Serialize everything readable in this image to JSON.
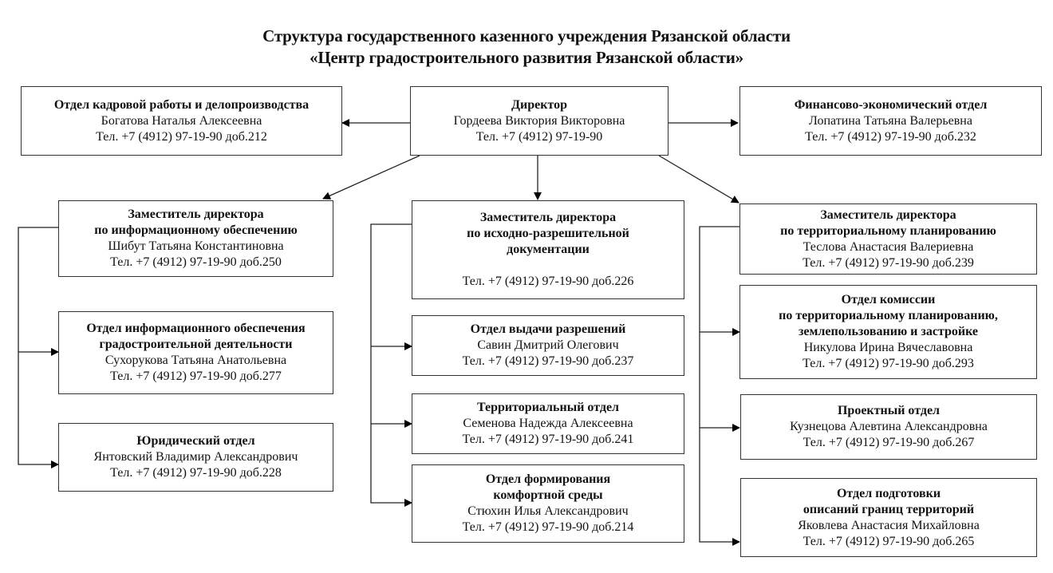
{
  "title": {
    "line1": "Структура государственного казенного учреждения Рязанской области",
    "line2": "«Центр градостроительного развития Рязанской области»"
  },
  "units": {
    "director": {
      "head": [
        "Директор"
      ],
      "person": "Гордеева Виктория Викторовна",
      "phone": "Тел. +7 (4912) 97-19-90"
    },
    "hr": {
      "head": [
        "Отдел кадровой работы и делопроизводства"
      ],
      "person": "Богатова Наталья Алексеевна",
      "phone": "Тел. +7 (4912) 97-19-90 доб.212"
    },
    "finance": {
      "head": [
        "Финансово-экономический отдел"
      ],
      "person": "Лопатина Татьяна Валерьевна",
      "phone": "Тел. +7 (4912) 97-19-90 доб.232"
    },
    "deputy_info": {
      "head": [
        "Заместитель директора",
        "по информационному обеспечению"
      ],
      "person": "Шибут Татьяна Константиновна",
      "phone": "Тел. +7 (4912) 97-19-90 доб.250"
    },
    "info_dept": {
      "head": [
        "Отдел информационного обеспечения",
        "градостроительной деятельности"
      ],
      "person": "Сухорукова Татьяна Анатольевна",
      "phone": "Тел. +7 (4912) 97-19-90 доб.277"
    },
    "legal": {
      "head": [
        "Юридический отдел"
      ],
      "person": "Янтовский Владимир Александрович",
      "phone": "Тел. +7 (4912) 97-19-90 доб.228"
    },
    "deputy_permits": {
      "head": [
        "Заместитель директора",
        "по исходно-разрешительной",
        "документации"
      ],
      "person": "",
      "phone": "Тел. +7 (4912) 97-19-90 доб.226"
    },
    "permits": {
      "head": [
        "Отдел выдачи разрешений"
      ],
      "person": "Савин Дмитрий Олегович",
      "phone": "Тел. +7 (4912) 97-19-90 доб.237"
    },
    "territorial": {
      "head": [
        "Территориальный отдел"
      ],
      "person": "Семенова Надежда Алексеевна",
      "phone": "Тел. +7 (4912) 97-19-90 доб.241"
    },
    "comfort": {
      "head": [
        "Отдел формирования",
        "комфортной среды"
      ],
      "person": "Стюхин Илья Александрович",
      "phone": "Тел. +7 (4912) 97-19-90 доб.214"
    },
    "deputy_planning": {
      "head": [
        "Заместитель директора",
        "по территориальному планированию"
      ],
      "person": "Теслова Анастасия Валериевна",
      "phone": "Тел. +7 (4912) 97-19-90 доб.239"
    },
    "commission": {
      "head": [
        "Отдел комиссии",
        "по территориальному планированию,",
        "землепользованию и застройке"
      ],
      "person": "Никулова Ирина Вячеславовна",
      "phone": "Тел. +7 (4912) 97-19-90 доб.293"
    },
    "project": {
      "head": [
        "Проектный отдел"
      ],
      "person": "Кузнецова Алевтина Александровна",
      "phone": "Тел. +7 (4912) 97-19-90 доб.267"
    },
    "boundaries": {
      "head": [
        "Отдел подготовки",
        "описаний границ территорий"
      ],
      "person": "Яковлева Анастасия Михайловна",
      "phone": "Тел. +7 (4912) 97-19-90 доб.265"
    }
  },
  "hierarchy": {
    "director": [
      "hr",
      "finance",
      "deputy_info",
      "deputy_permits",
      "deputy_planning"
    ],
    "deputy_info": [
      "info_dept",
      "legal"
    ],
    "deputy_permits": [
      "permits",
      "territorial",
      "comfort"
    ],
    "deputy_planning": [
      "commission",
      "project",
      "boundaries"
    ]
  }
}
